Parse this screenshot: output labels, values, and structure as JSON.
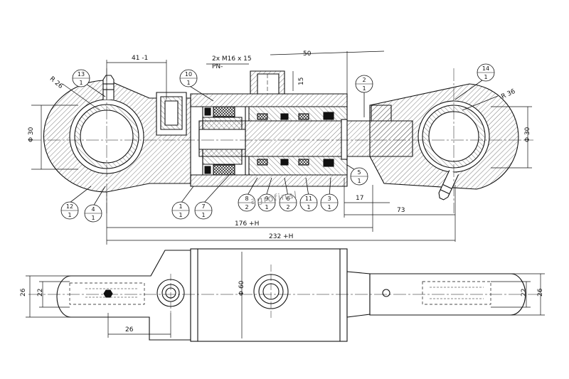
{
  "drawing": {
    "dimensions": {
      "offset_top": "41 -1",
      "thread_spec": "2x M16 x 15",
      "thread_note": "PN-",
      "top_50": "50",
      "port_15": "15",
      "dia_left": "Φ 30",
      "dia_right": "Φ 30",
      "r_left": "R 26",
      "r_right": "R 36",
      "dim_17": "17",
      "dim_73": "73",
      "len_176": "176 +H",
      "len_232": "232 +H",
      "dia_60": "Φ 60",
      "left_22": "22",
      "left_26": "26",
      "right_22": "22",
      "right_26": "26",
      "bottom_26": "26"
    },
    "balloons": [
      {
        "top": "13",
        "bottom": "1"
      },
      {
        "top": "10",
        "bottom": "1"
      },
      {
        "top": "2",
        "bottom": "1"
      },
      {
        "top": "14",
        "bottom": "1"
      },
      {
        "top": "12",
        "bottom": "1"
      },
      {
        "top": "4",
        "bottom": "1"
      },
      {
        "top": "1",
        "bottom": "1"
      },
      {
        "top": "7",
        "bottom": "1"
      },
      {
        "top": "8",
        "bottom": "2"
      },
      {
        "top": "9",
        "bottom": "1"
      },
      {
        "top": "6",
        "bottom": "2"
      },
      {
        "top": "11",
        "bottom": "1"
      },
      {
        "top": "3",
        "bottom": "1"
      },
      {
        "top": "5",
        "bottom": "1"
      }
    ],
    "watermark": "agrofinal"
  }
}
